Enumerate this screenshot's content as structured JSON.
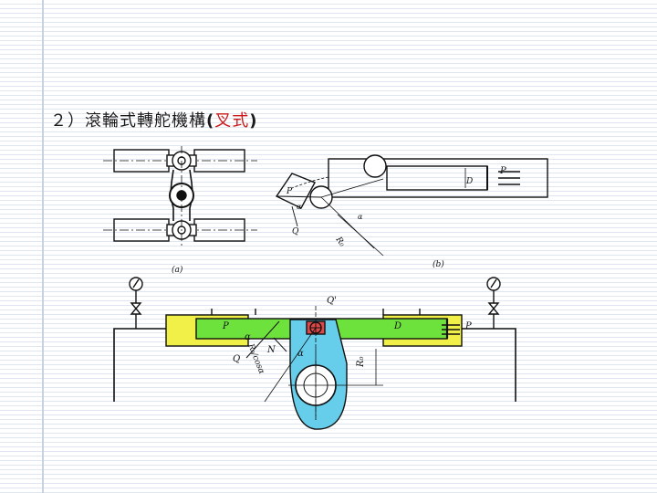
{
  "title": {
    "prefix": "２）滾輪式轉舵機構",
    "paren_open": "(",
    "accent": "叉式",
    "paren_close": ")"
  },
  "colors": {
    "accent": "#cc1a1a",
    "cylinder_yellow": "#f0f048",
    "ram_green": "#6ee23c",
    "tiller_blue": "#66cdea",
    "roller_red": "#e04848"
  },
  "diagram_a": {
    "caption": "(a)"
  },
  "diagram_b": {
    "caption": "(b)",
    "labels": {
      "P_right": "P",
      "D": "D",
      "P_left": "P",
      "Q": "Q",
      "alpha_1": "α",
      "alpha_2": "α",
      "R0": "R₀"
    }
  },
  "diagram_c": {
    "labels": {
      "Q_prime": "Q'",
      "P_left": "P",
      "D": "D",
      "P_right": "P",
      "alpha_1": "α",
      "alpha_2": "α",
      "Q": "Q",
      "N": "N",
      "R0_cos": "R₀/cosα",
      "R0": "R₀"
    }
  }
}
